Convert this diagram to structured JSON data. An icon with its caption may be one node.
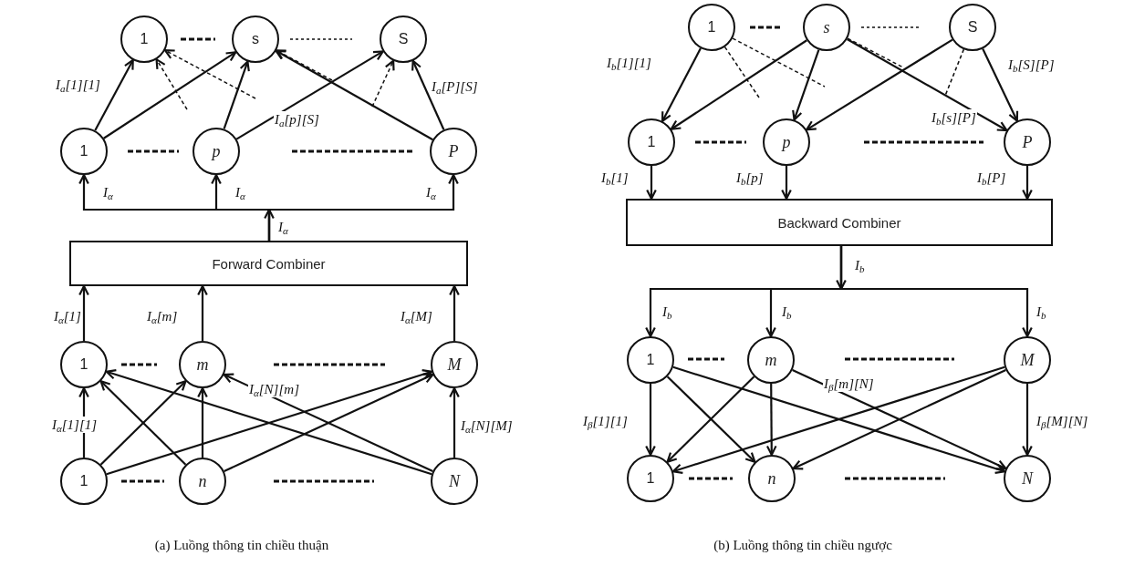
{
  "diagram": {
    "nodes": [
      {
        "text": [
          "1"
        ]
      },
      {
        "text": [
          "s"
        ]
      },
      {
        "text": [
          "S"
        ]
      },
      {
        "text": [
          "1"
        ]
      },
      {
        "text": [
          "p"
        ]
      },
      {
        "text": [
          "P"
        ]
      },
      {
        "text": [
          "Forward Combiner"
        ]
      },
      {
        "text": [
          "1"
        ]
      },
      {
        "text": [
          "m"
        ]
      },
      {
        "text": [
          "M"
        ]
      },
      {
        "text": [
          "1"
        ]
      },
      {
        "text": [
          "n"
        ]
      },
      {
        "text": [
          "N"
        ]
      },
      {
        "text": [
          "1"
        ]
      },
      {
        "text": [
          "s"
        ]
      },
      {
        "text": [
          "S"
        ]
      },
      {
        "text": [
          "1"
        ]
      },
      {
        "text": [
          "p"
        ]
      },
      {
        "text": [
          "P"
        ]
      },
      {
        "text": [
          "Backward Combiner"
        ]
      },
      {
        "text": [
          "1"
        ]
      },
      {
        "text": [
          "m"
        ]
      },
      {
        "text": [
          "M"
        ]
      },
      {
        "text": [
          "1"
        ]
      },
      {
        "text": [
          "n"
        ]
      },
      {
        "text": [
          "N"
        ]
      }
    ],
    "edges": [
      {
        "from": 3,
        "to": 0,
        "arrow": "to",
        "label": "I$_{a}$[1][1]"
      },
      {
        "from": 3,
        "to": 1,
        "arrow": "to"
      },
      {
        "from": 4,
        "to": 1,
        "arrow": "to"
      },
      {
        "from": 4,
        "to": 2,
        "arrow": "to",
        "label": "I$_{a}$[p][S]"
      },
      {
        "from": 5,
        "to": 1,
        "arrow": "to"
      },
      {
        "from": 5,
        "to": 2,
        "arrow": "to",
        "label": "I$_{a}$[P][S]"
      },
      {
        "from": null,
        "to": 0,
        "arrow": "to",
        "style": "dashed"
      },
      {
        "from": null,
        "to": 0,
        "arrow": "to",
        "style": "dashed"
      },
      {
        "from": null,
        "to": 1,
        "arrow": "to",
        "style": "dashed"
      },
      {
        "from": null,
        "to": 2,
        "arrow": "to",
        "style": "dashed"
      },
      {
        "from": 6,
        "to": 3,
        "arrow": "to",
        "label": "I$_{α}$"
      },
      {
        "from": 6,
        "to": 4,
        "arrow": "to",
        "label": "I$_{α}$"
      },
      {
        "from": 6,
        "to": 5,
        "arrow": "to",
        "label": "I$_{α}$"
      },
      {
        "from": 7,
        "to": 6,
        "arrow": "to",
        "label": "I$_{α}$[1]"
      },
      {
        "from": 8,
        "to": 6,
        "arrow": "to",
        "label": "I$_{α}$[m]"
      },
      {
        "from": 9,
        "to": 6,
        "arrow": "to",
        "label": "I$_{α}$[M]"
      },
      {
        "from": 10,
        "to": 7,
        "arrow": "to",
        "label": "I$_{α}$[1][1]"
      },
      {
        "from": 10,
        "to": 8,
        "arrow": "to"
      },
      {
        "from": 10,
        "to": 9,
        "arrow": "to"
      },
      {
        "from": 11,
        "to": 7,
        "arrow": "to"
      },
      {
        "from": 11,
        "to": 8,
        "arrow": "to"
      },
      {
        "from": 11,
        "to": 9,
        "arrow": "to"
      },
      {
        "from": 12,
        "to": 7,
        "arrow": "to"
      },
      {
        "from": 12,
        "to": 8,
        "arrow": "to",
        "label": "I$_{α}$[N][m]"
      },
      {
        "from": 12,
        "to": 9,
        "arrow": "to",
        "label": "I$_{α}$[N][M]"
      },
      {
        "from": 13,
        "to": 16,
        "arrow": "to",
        "label": "I$_{b}$[1][1]"
      },
      {
        "from": 14,
        "to": 16,
        "arrow": "to"
      },
      {
        "from": 14,
        "to": 17,
        "arrow": "to"
      },
      {
        "from": 14,
        "to": 18,
        "arrow": "to",
        "label": "I$_{b}$[s][P]"
      },
      {
        "from": 15,
        "to": 17,
        "arrow": "to"
      },
      {
        "from": 15,
        "to": 18,
        "arrow": "to",
        "label": "I$_{b}$[S][P]"
      },
      {
        "from": 13,
        "to": null,
        "arrow": "none",
        "style": "dashed"
      },
      {
        "from": 13,
        "to": null,
        "arrow": "none",
        "style": "dashed"
      },
      {
        "from": 14,
        "to": null,
        "arrow": "none",
        "style": "dashed"
      },
      {
        "from": 15,
        "to": null,
        "arrow": "none",
        "style": "dashed"
      },
      {
        "from": 16,
        "to": 19,
        "arrow": "to",
        "label": "I$_{b}$[1]"
      },
      {
        "from": 17,
        "to": 19,
        "arrow": "to",
        "label": "I$_{b}$[p]"
      },
      {
        "from": 18,
        "to": 19,
        "arrow": "to",
        "label": "I$_{b}$[P]"
      },
      {
        "from": 19,
        "to": 20,
        "arrow": "to",
        "label": "I$_{b}$"
      },
      {
        "from": 19,
        "to": 21,
        "arrow": "to",
        "label": "I$_{b}$"
      },
      {
        "from": 19,
        "to": 22,
        "arrow": "to",
        "label": "I$_{b}$"
      },
      {
        "from": 20,
        "to": 23,
        "arrow": "to",
        "label": "I$_{β}$[1][1]"
      },
      {
        "from": 20,
        "to": 24,
        "arrow": "to"
      },
      {
        "from": 20,
        "to": 25,
        "arrow": "to"
      },
      {
        "from": 21,
        "to": 23,
        "arrow": "to"
      },
      {
        "from": 21,
        "to": 24,
        "arrow": "to"
      },
      {
        "from": 21,
        "to": 25,
        "arrow": "to",
        "label": "I$_{β}$[m][N]"
      },
      {
        "from": 22,
        "to": 23,
        "arrow": "to"
      },
      {
        "from": 22,
        "to": 24,
        "arrow": "to"
      },
      {
        "from": 22,
        "to": 25,
        "arrow": "to",
        "label": "I$_{β}$[M][N]"
      }
    ],
    "labels": [
      "I$_{α}$",
      "I$_{b}$",
      "(a) Luồng thông tin chiều thuận",
      "(b) Luồng thông tin chiều ngược"
    ]
  }
}
